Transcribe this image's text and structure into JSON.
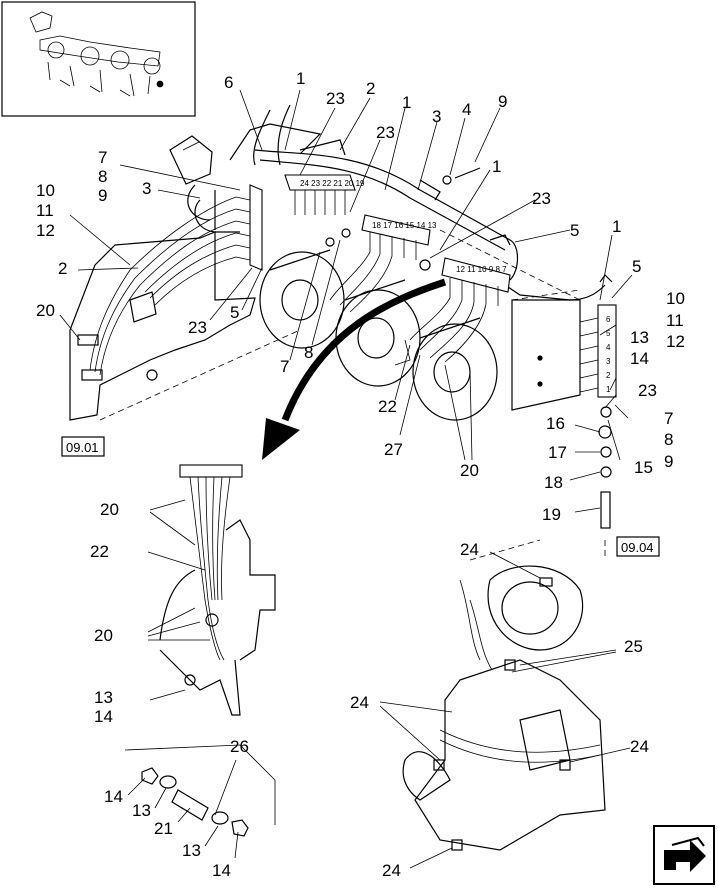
{
  "callouts": [
    {
      "id": "c1a",
      "text": "1"
    },
    {
      "id": "c2a",
      "text": "2"
    },
    {
      "id": "c23a",
      "text": "23"
    },
    {
      "id": "c6",
      "text": "6"
    },
    {
      "id": "c1b",
      "text": "1"
    },
    {
      "id": "c3a",
      "text": "3"
    },
    {
      "id": "c4",
      "text": "4"
    },
    {
      "id": "c9a",
      "text": "9"
    },
    {
      "id": "c23b",
      "text": "23"
    },
    {
      "id": "c7a",
      "text": "7"
    },
    {
      "id": "c8a",
      "text": "8"
    },
    {
      "id": "c9b",
      "text": "9"
    },
    {
      "id": "c3b",
      "text": "3"
    },
    {
      "id": "c10a",
      "text": "10"
    },
    {
      "id": "c11a",
      "text": "11"
    },
    {
      "id": "c12a",
      "text": "12"
    },
    {
      "id": "c1c",
      "text": "1"
    },
    {
      "id": "c23c",
      "text": "23"
    },
    {
      "id": "c5a",
      "text": "5"
    },
    {
      "id": "c2b",
      "text": "2"
    },
    {
      "id": "c1d",
      "text": "1"
    },
    {
      "id": "c5b",
      "text": "5"
    },
    {
      "id": "c20a",
      "text": "20"
    },
    {
      "id": "c23d",
      "text": "23"
    },
    {
      "id": "c5c",
      "text": "5"
    },
    {
      "id": "c10b",
      "text": "10"
    },
    {
      "id": "c11b",
      "text": "11"
    },
    {
      "id": "c12b",
      "text": "12"
    },
    {
      "id": "c13a",
      "text": "13"
    },
    {
      "id": "c14a",
      "text": "14"
    },
    {
      "id": "c7b",
      "text": "7"
    },
    {
      "id": "c8b",
      "text": "8"
    },
    {
      "id": "c23e",
      "text": "23"
    },
    {
      "id": "c22a",
      "text": "22"
    },
    {
      "id": "c27",
      "text": "27"
    },
    {
      "id": "c20b",
      "text": "20"
    },
    {
      "id": "c7c",
      "text": "7"
    },
    {
      "id": "c8c",
      "text": "8"
    },
    {
      "id": "c9c",
      "text": "9"
    },
    {
      "id": "c16",
      "text": "16"
    },
    {
      "id": "c17",
      "text": "17"
    },
    {
      "id": "c18",
      "text": "18"
    },
    {
      "id": "c15",
      "text": "15"
    },
    {
      "id": "c19",
      "text": "19"
    },
    {
      "id": "c20c",
      "text": "20"
    },
    {
      "id": "c22b",
      "text": "22"
    },
    {
      "id": "c20d",
      "text": "20"
    },
    {
      "id": "c13b",
      "text": "13"
    },
    {
      "id": "c14b",
      "text": "14"
    },
    {
      "id": "c24a",
      "text": "24"
    },
    {
      "id": "c25",
      "text": "25"
    },
    {
      "id": "c24b",
      "text": "24"
    },
    {
      "id": "c24c",
      "text": "24"
    },
    {
      "id": "c24d",
      "text": "24"
    },
    {
      "id": "c26",
      "text": "26"
    },
    {
      "id": "c14c",
      "text": "14"
    },
    {
      "id": "c13c",
      "text": "13"
    },
    {
      "id": "c21",
      "text": "21"
    },
    {
      "id": "c13d",
      "text": "13"
    },
    {
      "id": "c14d",
      "text": "14"
    }
  ],
  "references": {
    "left": "09.01",
    "right": "09.04"
  },
  "manifold_numbers": {
    "m1": "24 23 22 21 20 19",
    "m2": "18 17 16 15 14 13",
    "m3": "12 11 10 9 8 7",
    "m4": [
      "6",
      "5",
      "4",
      "3",
      "2",
      "1"
    ]
  },
  "nav_icon": "next-page-arrow-icon"
}
